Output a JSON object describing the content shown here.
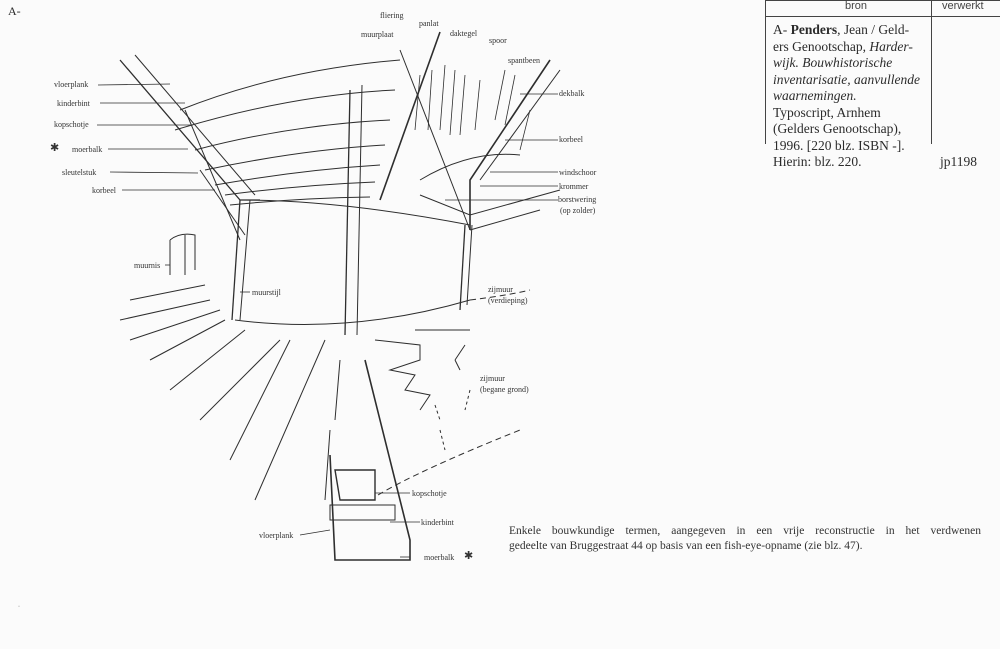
{
  "page_label": "A-",
  "source_table": {
    "headers": {
      "bron": "bron",
      "verwerkt": "verwerkt"
    },
    "entry": {
      "prefix": "A-",
      "author_bold": "Penders",
      "author_rest": ", Jean / Geld-",
      "line2_plain": "ers Genootschap, ",
      "line2_italic": "Harder-",
      "line3": "wijk. Bouwhistorische",
      "line4": "inventarisatie, aanvullende",
      "line5": "waarnemingen.",
      "line6": "Typoscript, Arnhem",
      "line7": "(Gelders Genootschap),",
      "line8": "1996. [220 blz. ISBN -].",
      "line9": "Hierin: blz. 220."
    },
    "code": "jp1198"
  },
  "labels": {
    "vloerplank_top": "vloerplank",
    "kinderbint_top": "kinderbint",
    "kopschotje_top": "kopschotje",
    "moerbalk_top": "moerbalk",
    "sleutelstuk": "sleutelstuk",
    "korbeel_left": "korbeel",
    "muurnis": "muurnis",
    "muurstijl": "muurstijl",
    "fliering": "fliering",
    "panlat": "panlat",
    "daktegel": "daktegel",
    "spoor": "spoor",
    "muurplaat": "muurplaat",
    "spantbeen": "spantbeen",
    "dekbalk": "dekbalk",
    "korbeel_right": "korbeel",
    "windschoor": "windschoor",
    "krommer": "krommer",
    "borstwering": "borstwering",
    "op_zolder": "(op zolder)",
    "zijmuur_1": "zijmuur",
    "verdieping": "(verdieping)",
    "zijmuur_2": "zijmuur",
    "begane_grond": "(begane grond)",
    "kopschotje_bottom": "kopschotje",
    "kinderbint_bottom": "kinderbint",
    "vloerplank_bottom": "vloerplank",
    "moerbalk_bottom": "moerbalk"
  },
  "caption": {
    "line1": "Enkele bouwkundige termen, aangegeven in een vrije reconstructie in het verdwenen",
    "line2": "gedeelte van Bruggestraat 44 op basis van een fish-eye-opname (zie blz. 47)."
  },
  "colors": {
    "ink": "#2a2a2a",
    "paper": "#fbfbfb"
  }
}
